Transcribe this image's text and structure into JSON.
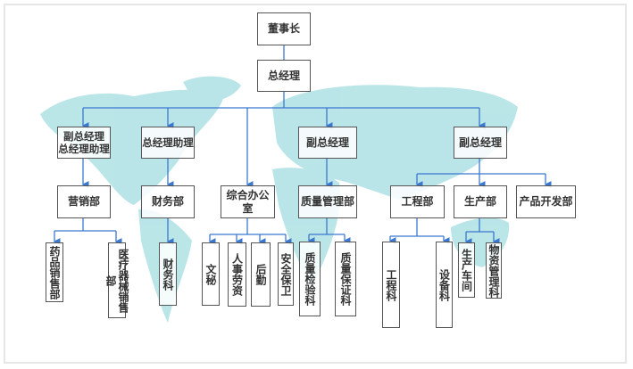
{
  "chart_title_nodes": {
    "chairman": "董事长",
    "gm": "总经理",
    "vp1": "副总经理\n总经理助理",
    "gm_assistant": "总经理助理",
    "vp2": "副总经理",
    "vp3": "副总经理",
    "sales": "营销部",
    "finance": "财务部",
    "office": "综合办公室",
    "quality": "质量管理部",
    "engineering": "工程部",
    "production": "生产部",
    "product_dev": "产品开发部",
    "drug_sales": "药品销售部",
    "device_sales": "医疗器械销售部",
    "finance_section": "财务科",
    "secretary": "文秘",
    "hr": "人事劳资",
    "logistics": "后勤",
    "security": "安全保卫",
    "qc": "质量检验科",
    "qa": "质量保证科",
    "eng_section": "工程科",
    "equipment": "设备科",
    "workshop": "生产车间",
    "materials": "物资管理科"
  },
  "colors": {
    "line": "#3a78d0",
    "map": "#b3e3e6",
    "border": "#555555"
  }
}
